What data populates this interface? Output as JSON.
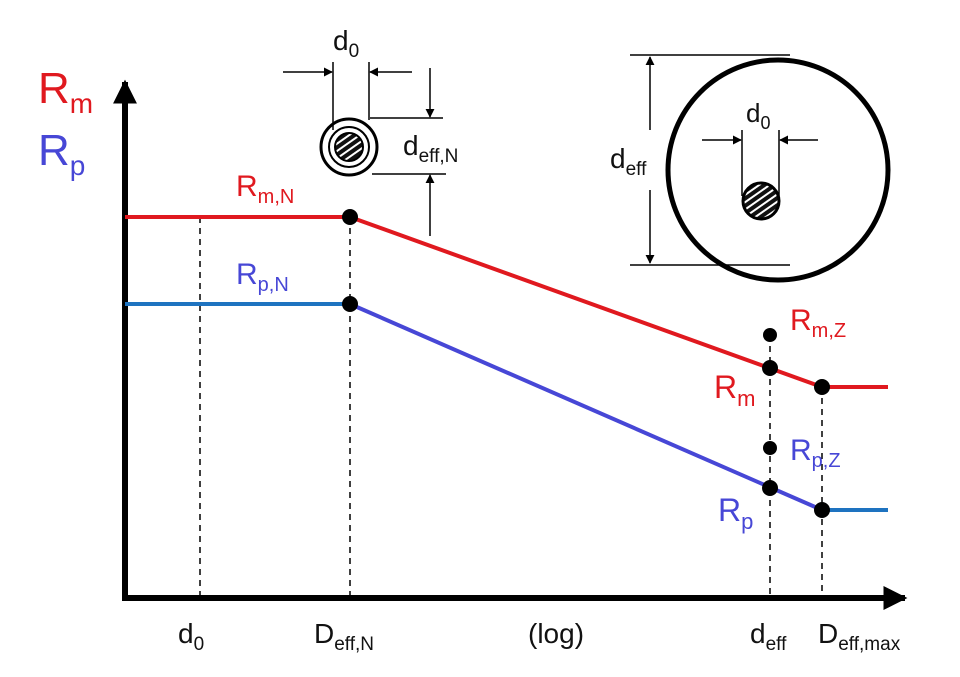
{
  "colors": {
    "rm": "#e0191f",
    "rp_slope": "#4747d6",
    "rp_flat": "#1e73c0",
    "axis": "#000000"
  },
  "y_axis": {
    "rm": {
      "main": "R",
      "sub": "m"
    },
    "rp": {
      "main": "R",
      "sub": "p"
    }
  },
  "curve_labels": {
    "rm_n": {
      "main": "R",
      "sub": "m,N"
    },
    "rp_n": {
      "main": "R",
      "sub": "p,N"
    },
    "rm_z": {
      "main": "R",
      "sub": "m,Z"
    },
    "rm": {
      "main": "R",
      "sub": "m"
    },
    "rp_z": {
      "main": "R",
      "sub": "p,Z"
    },
    "rp": {
      "main": "R",
      "sub": "p"
    }
  },
  "x_axis": {
    "d0": {
      "main": "d",
      "sub": "0"
    },
    "deff_n": {
      "main": "D",
      "sub": "eff,N"
    },
    "scale": "(log)",
    "deff": {
      "main": "d",
      "sub": "eff"
    },
    "deff_max": {
      "main": "D",
      "sub": "eff,max"
    }
  },
  "inset_small": {
    "d0": {
      "main": "d",
      "sub": "0"
    },
    "deff_n": {
      "main": "d",
      "sub": "eff,N"
    }
  },
  "inset_large": {
    "d0": {
      "main": "d",
      "sub": "0"
    },
    "deff": {
      "main": "d",
      "sub": "eff"
    }
  }
}
